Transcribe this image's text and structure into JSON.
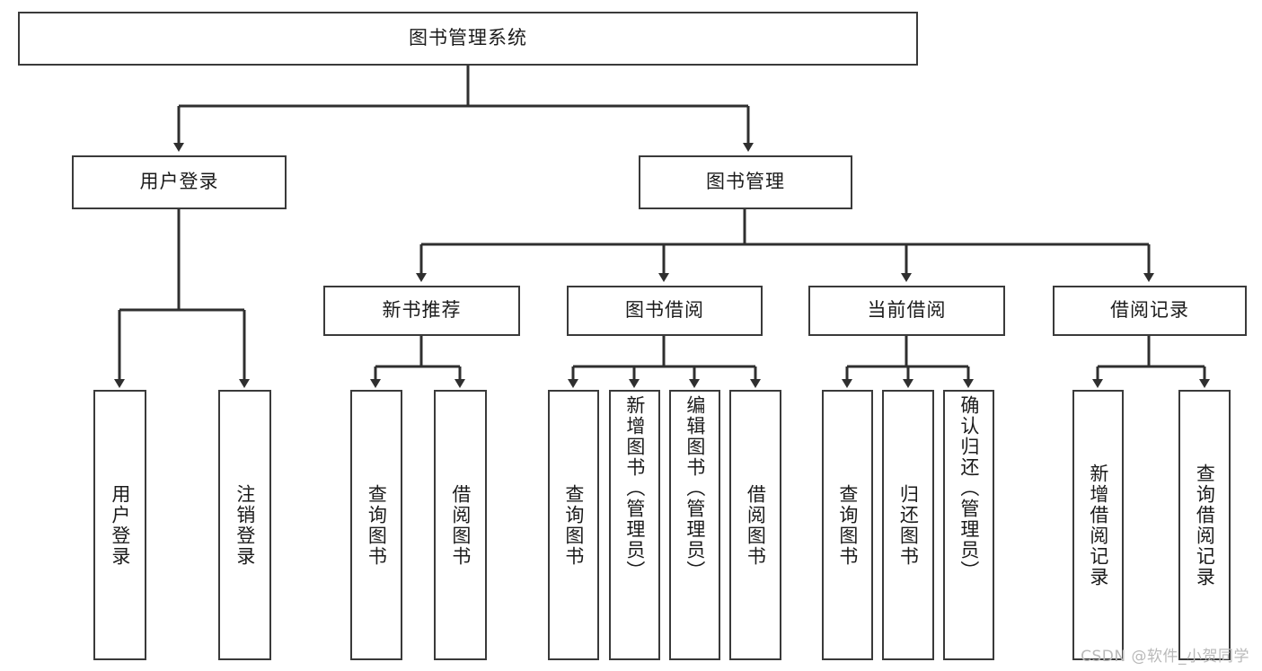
{
  "diagram": {
    "title": "图书管理系统",
    "type": "tree",
    "stroke_color": "#3a3a3a",
    "fill_color": "#ffffff",
    "text_color": "#1b1b1b"
  },
  "root": {
    "label": "图书管理系统"
  },
  "level2": [
    {
      "label": "用户登录"
    },
    {
      "label": "图书管理"
    }
  ],
  "level3": [
    {
      "label": "新书推荐"
    },
    {
      "label": "图书借阅"
    },
    {
      "label": "当前借阅"
    },
    {
      "label": "借阅记录"
    }
  ],
  "leaves": {
    "user_login": [
      {
        "label": "用户登录"
      },
      {
        "label": "注销登录"
      }
    ],
    "new_book_recommend": [
      {
        "label": "查询图书"
      },
      {
        "label": "借阅图书"
      }
    ],
    "book_borrow": [
      {
        "label": "查询图书"
      },
      {
        "label": "新增图书（管理员）"
      },
      {
        "label": "编辑图书（管理员）"
      },
      {
        "label": "借阅图书"
      }
    ],
    "current_borrow": [
      {
        "label": "查询图书"
      },
      {
        "label": "归还图书"
      },
      {
        "label": "确认归还（管理员）"
      }
    ],
    "borrow_record": [
      {
        "label": "新增借阅记录"
      },
      {
        "label": "查询借阅记录"
      }
    ]
  },
  "watermark": {
    "text": "CSDN @软件_小贺同学",
    "color": "#b9b9b9"
  }
}
